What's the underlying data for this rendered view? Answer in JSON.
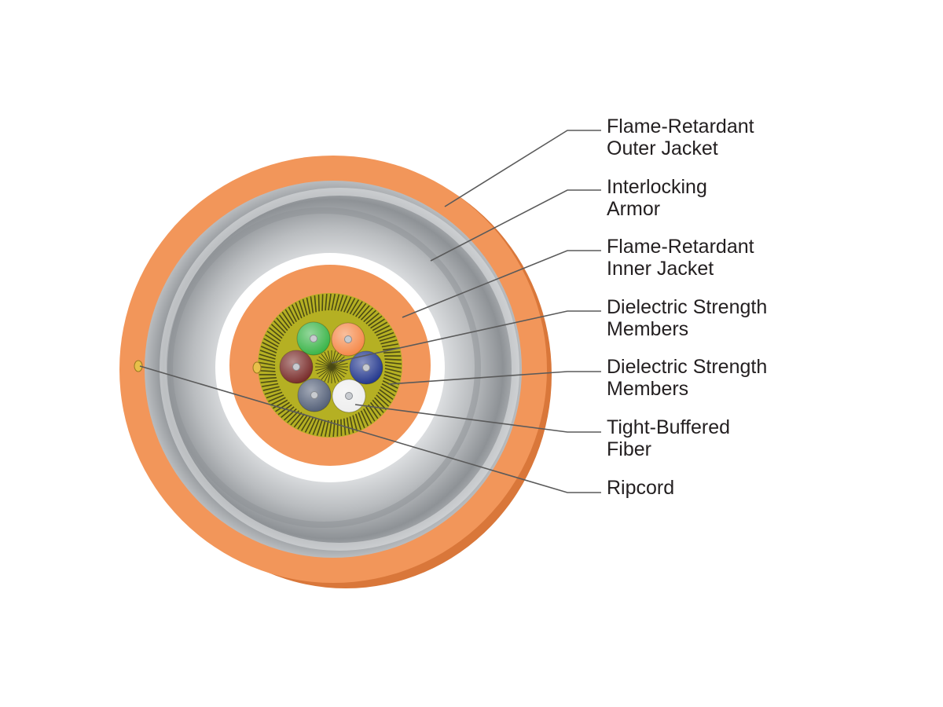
{
  "diagram": {
    "colors": {
      "outer_jacket": "#f2965a",
      "outer_jacket_edge": "#d9773a",
      "armor": "#b9bcbf",
      "armor_dark": "#8e9296",
      "armor_light": "#e4e6e8",
      "gap": "#ffffff",
      "inner_jacket": "#f2965a",
      "strength_members": "#b5b023",
      "strength_members_dark": "#4b4a14",
      "leader_line": "#5a5a5a",
      "ripcord": "#e8c04a"
    },
    "fibers": [
      {
        "color_name": "green",
        "color": "#3cb54a"
      },
      {
        "color_name": "orange",
        "color": "#f58a4b"
      },
      {
        "color_name": "brown",
        "color": "#7a2e2c"
      },
      {
        "color_name": "blue",
        "color": "#263a8f"
      },
      {
        "color_name": "slate",
        "color": "#56627a"
      },
      {
        "color_name": "white",
        "color": "#eeeeee"
      }
    ],
    "callouts": [
      {
        "line1": "Flame-Retardant",
        "line2": "Outer Jacket"
      },
      {
        "line1": "Interlocking",
        "line2": "Armor"
      },
      {
        "line1": "Flame-Retardant",
        "line2": "Inner Jacket"
      },
      {
        "line1": "Dielectric Strength",
        "line2": "Members"
      },
      {
        "line1": "Dielectric Strength",
        "line2": "Members"
      },
      {
        "line1": "Tight-Buffered",
        "line2": "Fiber"
      },
      {
        "line1": "Ripcord",
        "line2": ""
      }
    ]
  }
}
